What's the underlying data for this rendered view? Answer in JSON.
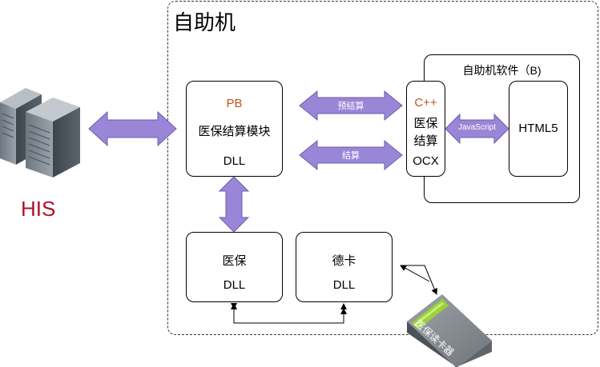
{
  "container": {
    "title": "自助机"
  },
  "his": {
    "label": "HIS"
  },
  "pb_module": {
    "lang": "PB",
    "name": "医保结算模块",
    "type": "DLL"
  },
  "software_group": {
    "title": "自助机软件（B)"
  },
  "ocx": {
    "lang": "C++",
    "name_line1": "医保",
    "name_line2": "结算",
    "type": "OCX"
  },
  "html5": {
    "label": "HTML5"
  },
  "arrows": {
    "prepay": "预结算",
    "settle": "结算",
    "js": "JavaScript"
  },
  "yibao_dll": {
    "name": "医保",
    "type": "DLL"
  },
  "deka_dll": {
    "name": "德卡",
    "type": "DLL"
  },
  "card_reader": {
    "label": "医保读卡器"
  },
  "colors": {
    "arrow_fill": "#9a86d6",
    "arrow_stroke": "#6e5bb5",
    "lang_orange": "#c0561a",
    "his_red": "#b0102a"
  }
}
